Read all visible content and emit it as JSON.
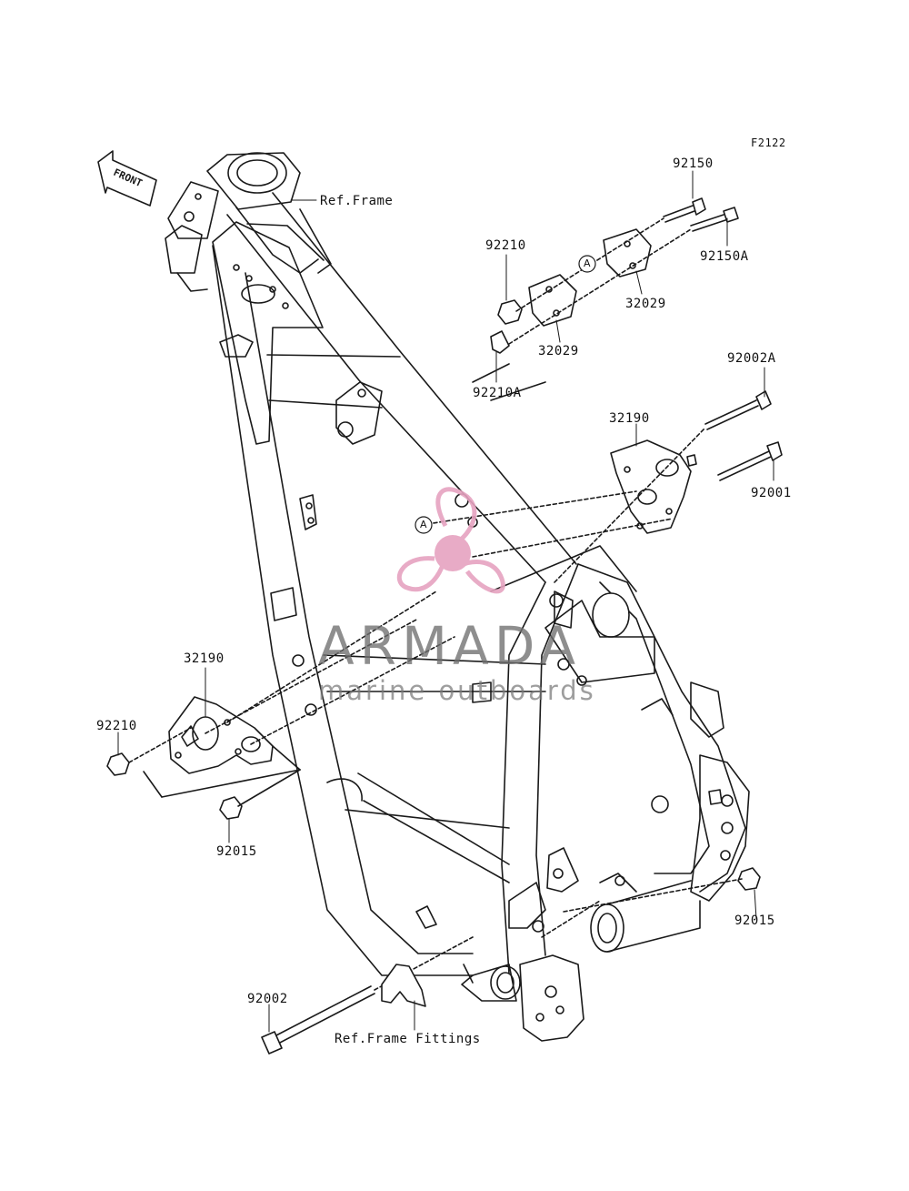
{
  "diagram_code": "F2122",
  "front_label": "FRONT",
  "ref_frame": "Ref.Frame",
  "ref_frame_fittings": "Ref.Frame Fittings",
  "ref_marker": "A",
  "part_numbers": {
    "bolt_upper": "92150",
    "bolt_upper_a": "92150A",
    "nut_upper": "92210",
    "collar_upper": "92210A",
    "plate_upper_1": "32029",
    "plate_upper_2": "32029",
    "bolt_mid_a": "92002A",
    "bracket_right": "32190",
    "bolt_mid": "92001",
    "bracket_left": "32190",
    "nut_left": "92210",
    "nut_left_lower": "92015",
    "nut_right_lower": "92015",
    "bolt_lower": "92002"
  },
  "watermark": {
    "brand": "ARMADA",
    "tagline": "marine outboards",
    "brand_color": "#e6a3c0",
    "text_color": "#6f6f6f"
  },
  "colors": {
    "line": "#1a1a1a",
    "paper": "#ffffff"
  }
}
